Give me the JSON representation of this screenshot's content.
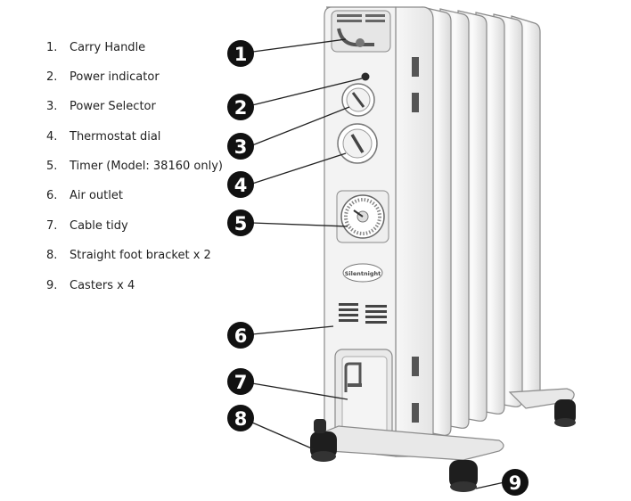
{
  "legend": {
    "items": [
      {
        "number": "1.",
        "label": "Carry Handle"
      },
      {
        "number": "2.",
        "label": "Power indicator"
      },
      {
        "number": "3.",
        "label": "Power Selector"
      },
      {
        "number": "4.",
        "label": "Thermostat dial"
      },
      {
        "number": "5.",
        "label": "Timer (Model: 38160 only)"
      },
      {
        "number": "6.",
        "label": "Air outlet"
      },
      {
        "number": "7.",
        "label": "Cable tidy"
      },
      {
        "number": "8.",
        "label": "Straight foot bracket x 2"
      },
      {
        "number": "9.",
        "label": "Casters x 4"
      }
    ]
  },
  "callouts": [
    "1",
    "2",
    "3",
    "4",
    "5",
    "6",
    "7",
    "8",
    "9"
  ],
  "brand_plate": "Silentnight",
  "colors": {
    "heater_body": "#f1f1f1",
    "outline": "#8a8a8a",
    "badge": "#111111",
    "caster": "#1e1e1e"
  }
}
